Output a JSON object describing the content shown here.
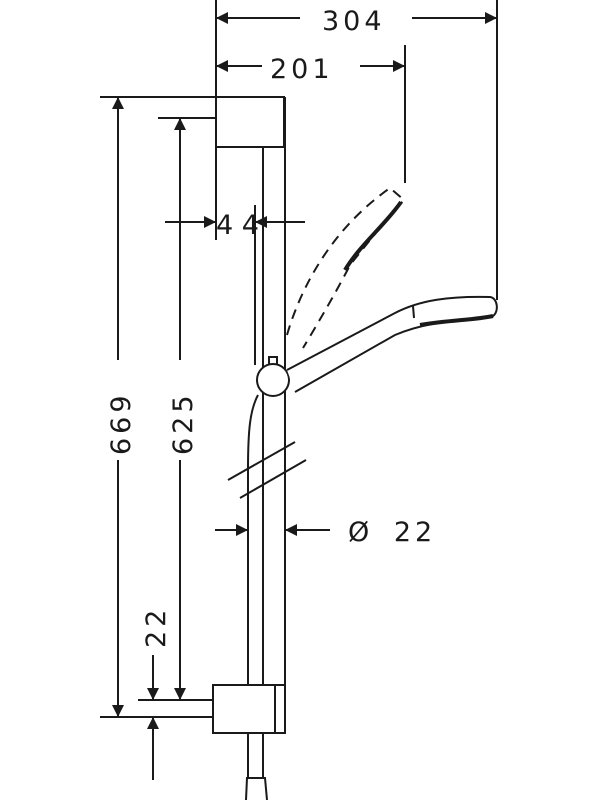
{
  "dimensions": {
    "overall_width": "304",
    "rail_to_handshower": "201",
    "bracket_depth": "4 4",
    "total_height": "669",
    "bracket_spacing": "625",
    "bracket_offset": "22",
    "rail_diameter": "Ø 22"
  },
  "colors": {
    "line": "#1a1a1a",
    "background": "#ffffff"
  }
}
